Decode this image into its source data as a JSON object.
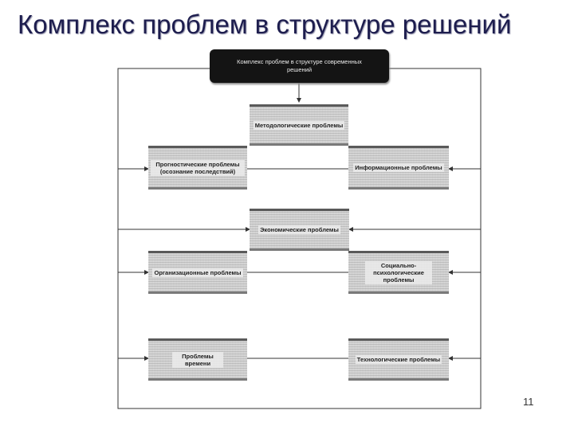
{
  "title": "Комплекс проблем в структуре решений",
  "diagram": {
    "root": "Комплекс проблем в структуре современных решений",
    "nodes": {
      "methodological": "Методологические проблемы",
      "prognostic": "Прогностические проблемы (осознание последствий)",
      "informational": "Информационные проблемы",
      "economic": "Экономические проблемы",
      "organizational": "Организационные проблемы",
      "sociopsychological": "Социально-психологические проблемы",
      "time": "Проблемы времени",
      "technological": "Технологические проблемы"
    }
  },
  "page_number": "11"
}
